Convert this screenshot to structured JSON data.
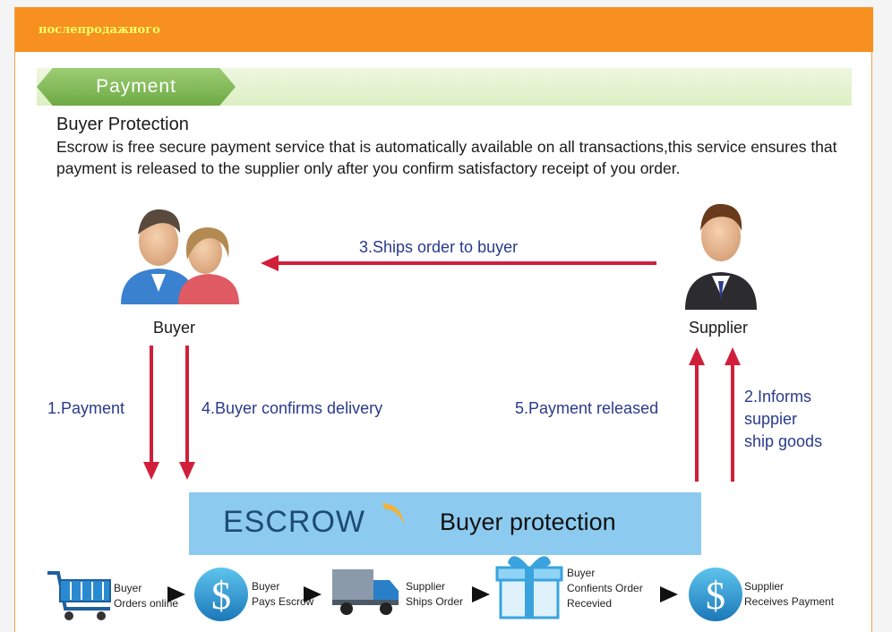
{
  "header": {
    "title": "послепродажного"
  },
  "section": {
    "tab_label": "Payment"
  },
  "protection": {
    "title": "Buyer Protection",
    "description": "Escrow is free secure payment service that is automatically available on all transactions,this service ensures that payment is released to the supplier only after you confirm satisfactory receipt of you order."
  },
  "parties": {
    "buyer": "Buyer",
    "supplier": "Supplier"
  },
  "steps": {
    "ships": "3.Ships order to buyer",
    "payment": "1.Payment",
    "confirms": "4.Buyer confirms delivery",
    "released": "5.Payment released",
    "informs": [
      "2.Informs",
      "suppier",
      "ship goods"
    ]
  },
  "escrow": {
    "word": "ESCROW",
    "subtitle": "Buyer protection"
  },
  "flow": [
    {
      "icon": "shopping-cart-icon",
      "lines": [
        "Buyer",
        "Orders online"
      ]
    },
    {
      "icon": "dollar-coin-icon",
      "lines": [
        "Buyer",
        "Pays Escrow"
      ]
    },
    {
      "icon": "delivery-truck-icon",
      "lines": [
        "Supplier",
        "Ships Order"
      ]
    },
    {
      "icon": "gift-box-icon",
      "lines": [
        "Buyer",
        "Confients Order",
        "Recevied"
      ]
    },
    {
      "icon": "dollar-coin-icon",
      "lines": [
        "Supplier",
        "Receives Payment"
      ]
    }
  ],
  "colors": {
    "header": "#f7901e",
    "tab": "#7db552",
    "arrow": "#d11f3b",
    "escrow": "#8ccbef",
    "step_text": "#2a3a8a"
  }
}
